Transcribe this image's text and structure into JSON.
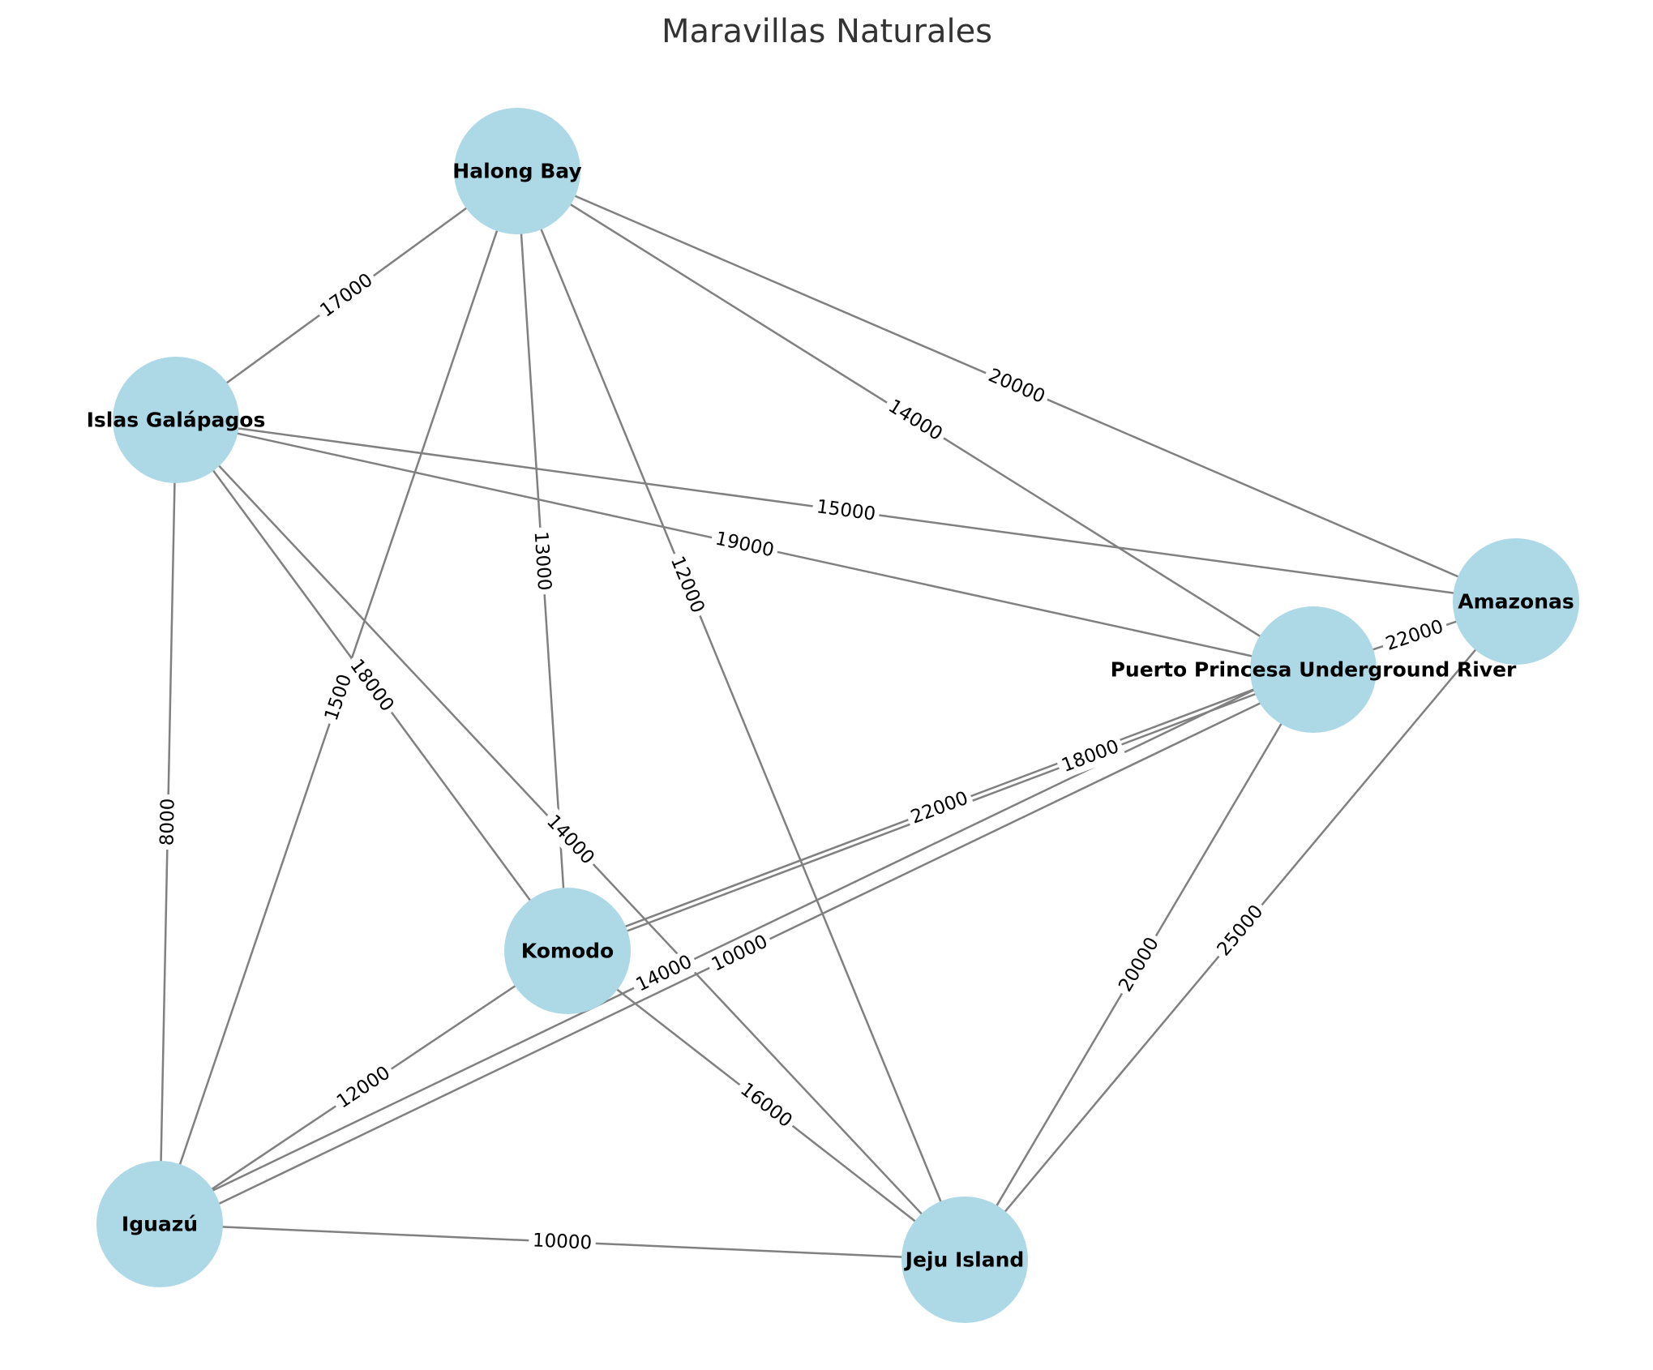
{
  "title": "Maravillas Naturales",
  "style": {
    "node_fill": "#add8e6",
    "edge_color": "#808080",
    "background": "#ffffff"
  },
  "nodes": [
    {
      "id": "halong",
      "label": "Halong Bay"
    },
    {
      "id": "galapagos",
      "label": "Islas Galápagos"
    },
    {
      "id": "amazonas",
      "label": "Amazonas"
    },
    {
      "id": "puerto",
      "label": "Puerto Princesa Underground River"
    },
    {
      "id": "komodo",
      "label": "Komodo"
    },
    {
      "id": "iguazu",
      "label": "Iguazú"
    },
    {
      "id": "jeju",
      "label": "Jeju Island"
    }
  ],
  "edges": [
    {
      "source": "halong",
      "target": "galapagos",
      "label": "17000"
    },
    {
      "source": "halong",
      "target": "amazonas",
      "label": "20000"
    },
    {
      "source": "halong",
      "target": "puerto",
      "label": "14000"
    },
    {
      "source": "halong",
      "target": "komodo",
      "label": "13000"
    },
    {
      "source": "halong",
      "target": "jeju",
      "label": "12000"
    },
    {
      "source": "halong",
      "target": "iguazu",
      "label": "1500"
    },
    {
      "source": "galapagos",
      "target": "amazonas",
      "label": "15000"
    },
    {
      "source": "galapagos",
      "target": "puerto",
      "label": "19000"
    },
    {
      "source": "galapagos",
      "target": "komodo",
      "label": "18000"
    },
    {
      "source": "galapagos",
      "target": "jeju",
      "label": "14000"
    },
    {
      "source": "galapagos",
      "target": "iguazu",
      "label": "8000"
    },
    {
      "source": "amazonas",
      "target": "puerto",
      "label": "22000"
    },
    {
      "source": "amazonas",
      "target": "jeju",
      "label": "25000"
    },
    {
      "source": "puerto",
      "target": "komodo",
      "label": "18000"
    },
    {
      "source": "puerto",
      "target": "komodo",
      "label": "22000"
    },
    {
      "source": "puerto",
      "target": "iguazu",
      "label": "10000"
    },
    {
      "source": "puerto",
      "target": "iguazu",
      "label": "14000"
    },
    {
      "source": "puerto",
      "target": "jeju",
      "label": "20000"
    },
    {
      "source": "komodo",
      "target": "iguazu",
      "label": "12000"
    },
    {
      "source": "komodo",
      "target": "jeju",
      "label": "16000"
    },
    {
      "source": "iguazu",
      "target": "jeju",
      "label": "10000"
    }
  ]
}
